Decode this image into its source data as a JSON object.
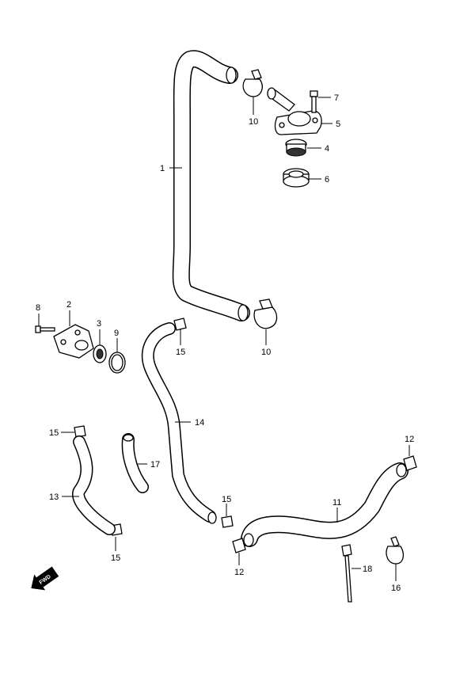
{
  "callouts": {
    "p1": "1",
    "p2": "2",
    "p3": "3",
    "p4": "4",
    "p5": "5",
    "p6": "6",
    "p7": "7",
    "p8": "8",
    "p9": "9",
    "p10a": "10",
    "p10b": "10",
    "p11": "11",
    "p12a": "12",
    "p12b": "12",
    "p13": "13",
    "p14": "14",
    "p15a": "15",
    "p15b": "15",
    "p15c": "15",
    "p15d": "15",
    "p16": "16",
    "p17": "17",
    "p18": "18"
  },
  "fwd_badge": "FWD"
}
